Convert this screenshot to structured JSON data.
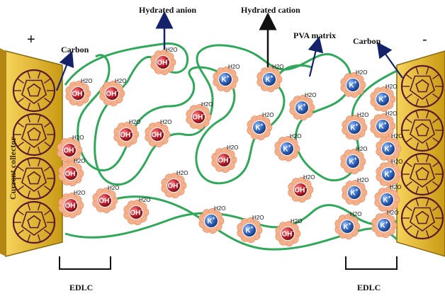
{
  "labels": {
    "plus": "+",
    "minus": "-",
    "carbon_left": "Carbon",
    "carbon_right": "Carbon",
    "hydrated_anion": "Hydrated anion",
    "hydrated_cation": "Hydrated cation",
    "pva_matrix": "PVA matrix",
    "current_collector": "Current collector",
    "edlc_left": "EDLC",
    "edlc_right": "EDLC"
  },
  "ion_text": {
    "anion": "OH",
    "cation": "K",
    "water": "H2O"
  },
  "colors": {
    "collector_gold": "#e0b020",
    "collector_edge": "#8a6a10",
    "fullerene_line": "#5a1830",
    "pva_green": "#2fa85a",
    "anion_fill": "#b01e2a",
    "cation_fill": "#2f5fb0",
    "water_shell": "#f4b08a",
    "arrow_navy": "#14226a"
  }
}
